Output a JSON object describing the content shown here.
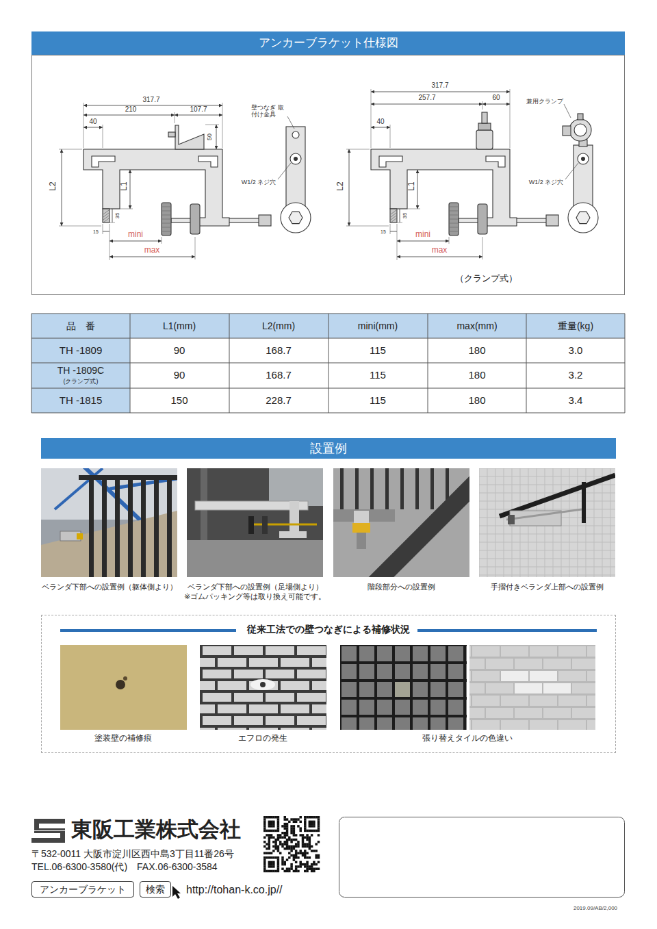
{
  "diagram": {
    "title": "アンカーブラケット仕様図",
    "nodes": [
      {
        "text": [
          "設置例"
        ]
      },
      {
        "text": [
          "ベランダ下部への設置例（躯体側より）"
        ]
      },
      {
        "text": [
          "ベランダ下部への設置例（足場側より）",
          "※ゴムパッキング等は取り換え可能です。"
        ]
      },
      {
        "text": [
          "階段部分への設置例"
        ]
      },
      {
        "text": [
          "手摺付きベランダ上部への設置例"
        ]
      },
      {
        "text": [
          "従来工法での壁つなぎによる補修状況"
        ]
      },
      {
        "text": [
          "塗装壁の補修痕"
        ],
        "in": 5
      },
      {
        "text": [
          "エフロの発生"
        ],
        "in": 5
      },
      {
        "text": [
          "張り替えタイルの色違い"
        ],
        "in": 5
      },
      {
        "text": [
          "アンカーブラケット"
        ]
      },
      {
        "text": [
          "検索"
        ]
      }
    ],
    "labels": [
      "317.7",
      "210",
      "107.7",
      "40",
      "50",
      "壁つなぎ 取付け金具",
      "L2",
      "L1",
      "35",
      "15",
      "W1/2 ネジ穴",
      "mini",
      "max",
      "317.7",
      "257.7",
      "60",
      "兼用クランプ",
      "40",
      "L2",
      "L1",
      "35",
      "15",
      "W1/2 ネジ穴",
      "mini",
      "max",
      "（クランプ式）",
      "品　番",
      "L1(mm)",
      "L2(mm)",
      "mini(mm)",
      "max(mm)",
      "重量(kg)",
      "TH -1809",
      "90",
      "168.7",
      "115",
      "180",
      "3.0",
      "TH -1809C",
      "(クランプ式)",
      "90",
      "168.7",
      "115",
      "180",
      "3.2",
      "TH -1815",
      "150",
      "228.7",
      "115",
      "180",
      "3.4",
      "東阪工業株式会社",
      "〒532-0011 大阪市淀川区西中島3丁目11番26号",
      "TEL.06-6300-3580(代)　FAX.06-6300-3584",
      "http://tohan-k.co.jp//",
      "2019.09/AB/2,000"
    ]
  }
}
